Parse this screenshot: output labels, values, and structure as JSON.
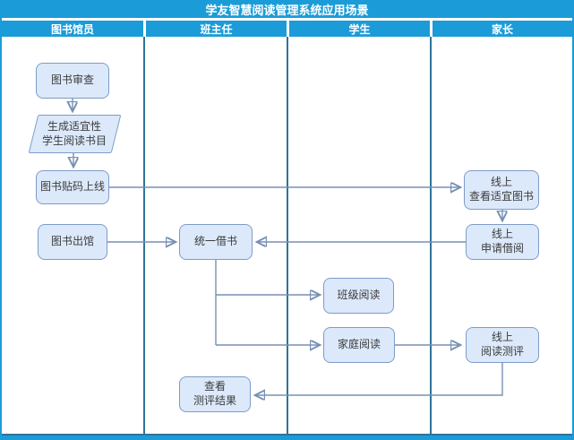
{
  "title": "学友智慧阅读管理系统应用场景",
  "lanes": [
    {
      "label": "图书馆员"
    },
    {
      "label": "班主任"
    },
    {
      "label": "学生"
    },
    {
      "label": "家长"
    }
  ],
  "nodes": {
    "book_review": {
      "label": "图书审查",
      "shape": "rounded",
      "lane": "图书馆员"
    },
    "generate_list": {
      "line1": "生成适宜性",
      "line2": "学生阅读书目",
      "shape": "parallelogram",
      "lane": "图书馆员"
    },
    "tag_online": {
      "label": "图书贴码上线",
      "shape": "rounded",
      "lane": "图书馆员"
    },
    "book_out": {
      "label": "图书出馆",
      "shape": "rounded",
      "lane": "图书馆员"
    },
    "unified_borrow": {
      "label": "统一借书",
      "shape": "rounded",
      "lane": "班主任"
    },
    "view_results": {
      "line1": "查看",
      "line2": "测评结果",
      "shape": "rounded",
      "lane": "班主任"
    },
    "class_reading": {
      "label": "班级阅读",
      "shape": "rounded",
      "lane": "学生"
    },
    "family_reading": {
      "label": "家庭阅读",
      "shape": "rounded",
      "lane": "学生"
    },
    "online_view_books": {
      "line1": "线上",
      "line2": "查看适宜图书",
      "shape": "rounded",
      "lane": "家长"
    },
    "online_borrow": {
      "line1": "线上",
      "line2": "申请借阅",
      "shape": "rounded",
      "lane": "家长"
    },
    "online_assessment": {
      "line1": "线上",
      "line2": "阅读测评",
      "shape": "rounded",
      "lane": "家长"
    }
  },
  "edges": [
    {
      "from": "book_review",
      "to": "generate_list"
    },
    {
      "from": "generate_list",
      "to": "tag_online"
    },
    {
      "from": "tag_online",
      "to": "online_view_books"
    },
    {
      "from": "online_view_books",
      "to": "online_borrow"
    },
    {
      "from": "online_borrow",
      "to": "unified_borrow"
    },
    {
      "from": "book_out",
      "to": "unified_borrow"
    },
    {
      "from": "unified_borrow",
      "to": "class_reading"
    },
    {
      "from": "unified_borrow",
      "to": "family_reading"
    },
    {
      "from": "family_reading",
      "to": "online_assessment"
    },
    {
      "from": "online_assessment",
      "to": "view_results"
    }
  ],
  "colors": {
    "header_blue": "#1b9cd8",
    "lane_divider": "#2e7396",
    "node_fill": "#dce9fa",
    "node_border": "#7d9cc8",
    "connector": "#7791b4"
  }
}
